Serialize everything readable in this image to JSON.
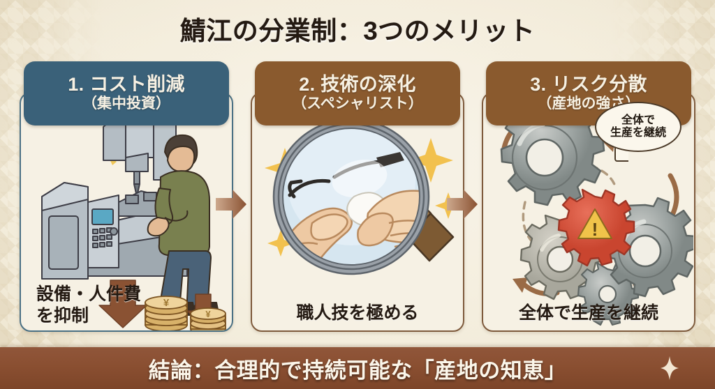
{
  "title": "鯖江の分業制：3つのメリット",
  "colors": {
    "background": "#f3ecdc",
    "panel_card": "#f6f1e4",
    "header_blue": "#3a6179",
    "header_brown": "#8a5a2e",
    "border_brown": "#7e5a3c",
    "border_blue": "#4a7084",
    "bottom_bar": "#8a4f31",
    "arrow_brown": "#8a5233",
    "accent_gold": "#e8b84b",
    "warning_red": "#d8533e",
    "text_dark": "#241a12",
    "text_light": "#f7f1e3"
  },
  "panels": [
    {
      "number": "1.",
      "heading": "1. コスト削減",
      "subheading": "（集中投資）",
      "header_color": "#3a6179",
      "caption_lines": [
        "設備・人件費",
        "を抑制"
      ],
      "illustration": "cnc-machine-with-worker-and-coin-stacks",
      "arrow_count": 2
    },
    {
      "number": "2.",
      "heading": "2. 技術の深化",
      "subheading": "（スペシャリスト）",
      "header_color": "#8a5a2e",
      "caption_lines": [
        "職人技を極める"
      ],
      "illustration": "magnifying-glass-hands-polishing-eyeglasses-with-sparkles",
      "sparkle_count": 6
    },
    {
      "number": "3.",
      "heading": "3. リスク分散",
      "subheading": "（産地の強さ）",
      "header_color": "#8a5a2e",
      "caption_lines": [
        "全体で生産を継続"
      ],
      "illustration": "interlocking-gears-with-warning-gear",
      "bubble_lines": [
        "全体で",
        "生産を継続"
      ],
      "warning_symbol": "!"
    }
  ],
  "connectors": [
    {
      "name": "arrow-panel1-to-panel2",
      "direction": "right"
    },
    {
      "name": "arrow-panel2-to-panel3",
      "direction": "right"
    }
  ],
  "bottom_bar": {
    "text": "結論：合理的で持続可能な「産地の知恵」",
    "sparkle": "four-pointed-star"
  },
  "background": {
    "pattern": "japanese-diamond-lattice",
    "pattern_sides": [
      "left",
      "right"
    ]
  }
}
